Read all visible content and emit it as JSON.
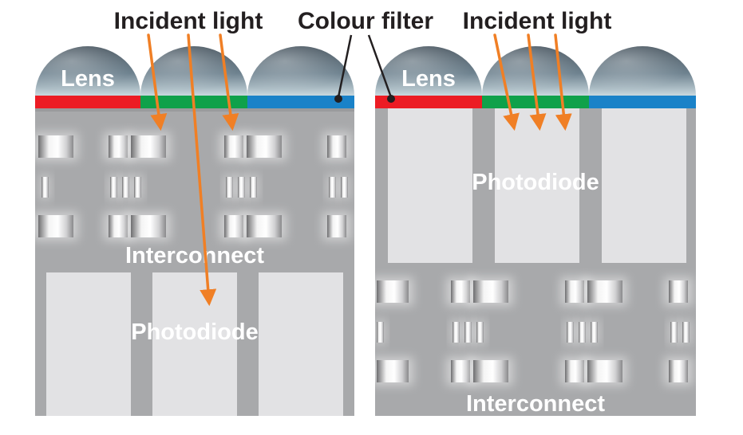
{
  "labels": {
    "incident_light": "Incident light",
    "colour_filter": "Colour filter",
    "lens": "Lens",
    "interconnect": "Interconnect",
    "photodiode": "Photodiode"
  },
  "colors": {
    "background": "#ffffff",
    "silicon": "#a8a9ab",
    "photodiode": "#e2e2e4",
    "filter_red": "#ec1c24",
    "filter_green": "#0fa14a",
    "filter_blue": "#1a82c8",
    "arrow": "#f07f25",
    "leader_line": "#231f20"
  }
}
